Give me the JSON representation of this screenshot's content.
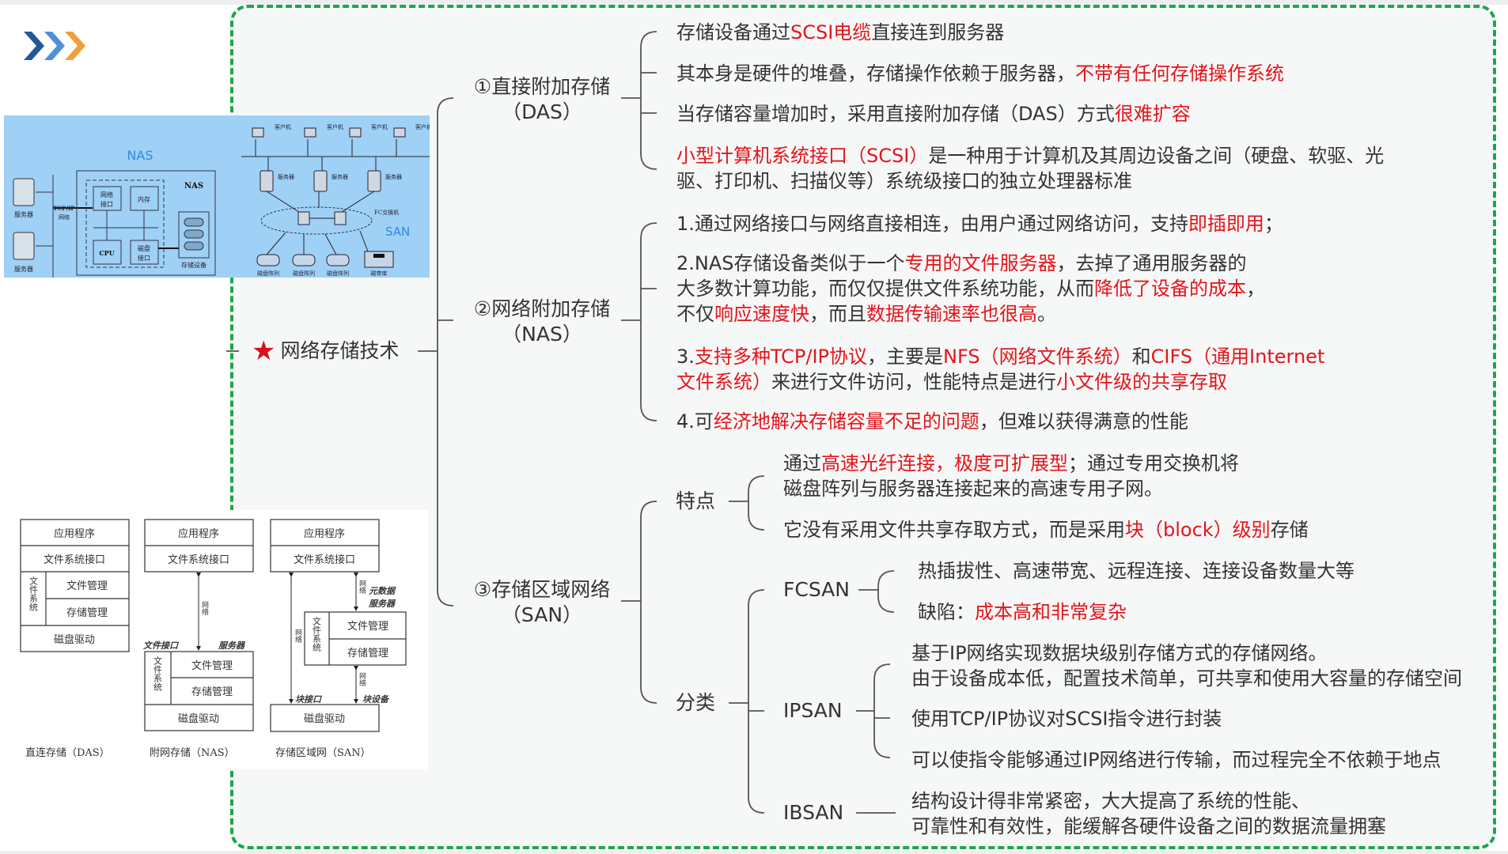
{
  "root": {
    "icon": "star-icon",
    "label": "网络存储技术"
  },
  "branches": {
    "das": {
      "label_line1": "①直接附加存储",
      "label_line2": "（DAS）",
      "items": [
        [
          {
            "t": "存储设备通过"
          },
          {
            "t": "SCSI电缆",
            "red": true
          },
          {
            "t": "直接连到服务器"
          }
        ],
        [
          {
            "t": "其本身是硬件的堆叠，存储操作依赖于服务器，"
          },
          {
            "t": "不带有任何存储操作系统",
            "red": true
          }
        ],
        [
          {
            "t": "当存储容量增加时，采用直接附加存储（DAS）方式"
          },
          {
            "t": "很难扩容",
            "red": true
          }
        ],
        [
          {
            "t": "小型计算机系统接口（SCSI）",
            "red": true
          },
          {
            "t": "是一种用于计算机及其周边设备之间（硬盘、软驱、光"
          }
        ],
        [
          {
            "t": "驱、打印机、扫描仪等）系统级接口的独立处理器标准"
          }
        ]
      ]
    },
    "nas": {
      "label_line1": "②网络附加存储",
      "label_line2": "（NAS）",
      "items": [
        [
          {
            "t": "1.通过网络接口与网络直接相连，由用户通过网络访问，支持"
          },
          {
            "t": "即插即用",
            "red": true
          },
          {
            "t": "；"
          }
        ],
        [
          {
            "t": "2.NAS存储设备类似于一个"
          },
          {
            "t": "专用的文件服务器",
            "red": true
          },
          {
            "t": "，去掉了通用服务器的"
          }
        ],
        [
          {
            "t": "大多数计算功能，而仅仅提供文件系统功能，从而"
          },
          {
            "t": "降低了设备的成本",
            "red": true
          },
          {
            "t": "，"
          }
        ],
        [
          {
            "t": "不仅"
          },
          {
            "t": "响应速度快",
            "red": true
          },
          {
            "t": "，而且"
          },
          {
            "t": "数据传输速率也很高",
            "red": true
          },
          {
            "t": "。"
          }
        ],
        [
          {
            "t": "3."
          },
          {
            "t": "支持多种TCP/IP协议",
            "red": true
          },
          {
            "t": "，主要是"
          },
          {
            "t": "NFS（网络文件系统）",
            "red": true
          },
          {
            "t": "和"
          },
          {
            "t": "CIFS（通用Internet",
            "red": true
          }
        ],
        [
          {
            "t": "文件系统）",
            "red": true
          },
          {
            "t": "来进行文件访问，性能特点是进行"
          },
          {
            "t": "小文件级的共享存取",
            "red": true
          }
        ],
        [
          {
            "t": "4.可"
          },
          {
            "t": "经济地解决存储容量不足的问题",
            "red": true
          },
          {
            "t": "，但难以获得满意的性能"
          }
        ]
      ]
    },
    "san": {
      "label_line1": "③存储区域网络",
      "label_line2": "（SAN）",
      "features": {
        "label": "特点",
        "items": [
          [
            {
              "t": "通过"
            },
            {
              "t": "高速光纤连接，极度可扩展型",
              "red": true
            },
            {
              "t": "；通过专用交换机将"
            }
          ],
          [
            {
              "t": "磁盘阵列与服务器连接起来的高速专用子网。"
            }
          ],
          [
            {
              "t": "它没有采用文件共享存取方式，而是采用"
            },
            {
              "t": "块（block）级别",
              "red": true
            },
            {
              "t": "存储"
            }
          ]
        ]
      },
      "types": {
        "label": "分类",
        "fcsan": {
          "label": "FCSAN",
          "items": [
            [
              {
                "t": "热插拔性、高速带宽、远程连接、连接设备数量大等"
              }
            ],
            [
              {
                "t": "缺陷："
              },
              {
                "t": "成本高和非常复杂",
                "red": true
              }
            ]
          ]
        },
        "ipsan": {
          "label": "IPSAN",
          "items": [
            [
              {
                "t": "基于IP网络实现数据块级别存储方式的存储网络。"
              }
            ],
            [
              {
                "t": "由于设备成本低，配置技术简单，可共享和使用大容量的存储空间"
              }
            ],
            [
              {
                "t": "使用TCP/IP协议对SCSI指令进行封装"
              }
            ],
            [
              {
                "t": "可以使指令能够通过IP网络进行传输，而过程完全不依赖于地点"
              }
            ]
          ]
        },
        "ibsan": {
          "label": "IBSAN",
          "items": [
            [
              {
                "t": "结构设计得非常紧密，大大提高了系统的性能、"
              }
            ],
            [
              {
                "t": "可靠性和有效性，能缓解各硬件设备之间的数据流量拥塞"
              }
            ]
          ]
        }
      }
    }
  },
  "nas_diagram": {
    "title": "NAS",
    "box_title": "NAS",
    "server_label": "服务器",
    "network_label_1": "TCP/IP",
    "network_label_2": "网络",
    "net_interface_1": "网络",
    "net_interface_2": "接口",
    "memory": "内存",
    "cpu": "CPU",
    "disk_interface_1": "磁盘",
    "disk_interface_2": "接口",
    "storage_device": "存储设备"
  },
  "san_diagram": {
    "title": "SAN",
    "client_label": "客户机",
    "server_label": "服务器",
    "switch_label": "FC交换机",
    "disk_array_label": "磁盘阵列",
    "tape_label": "磁带库"
  },
  "stack_diagram": {
    "app": "应用程序",
    "fs_interface": "文件系统接口",
    "fs": "文件系统",
    "file_mgmt": "文件管理",
    "storage_mgmt": "存储管理",
    "disk_driver": "磁盘驱动",
    "network": "网络",
    "file_interface": "文件接口",
    "server": "服务器",
    "metadata_server_1": "元数据",
    "metadata_server_2": "服务器",
    "block_interface": "块接口",
    "block_device": "块设备",
    "caption_das": "直连存储（DAS）",
    "caption_nas": "附网存储（NAS）",
    "caption_san": "存储区域网（SAN）"
  },
  "colors": {
    "accent_red": "#e5141b",
    "frame_green": "#1aa84a",
    "diagram_blue": "#9fd0f5",
    "san_title_blue": "#2f8be0"
  }
}
